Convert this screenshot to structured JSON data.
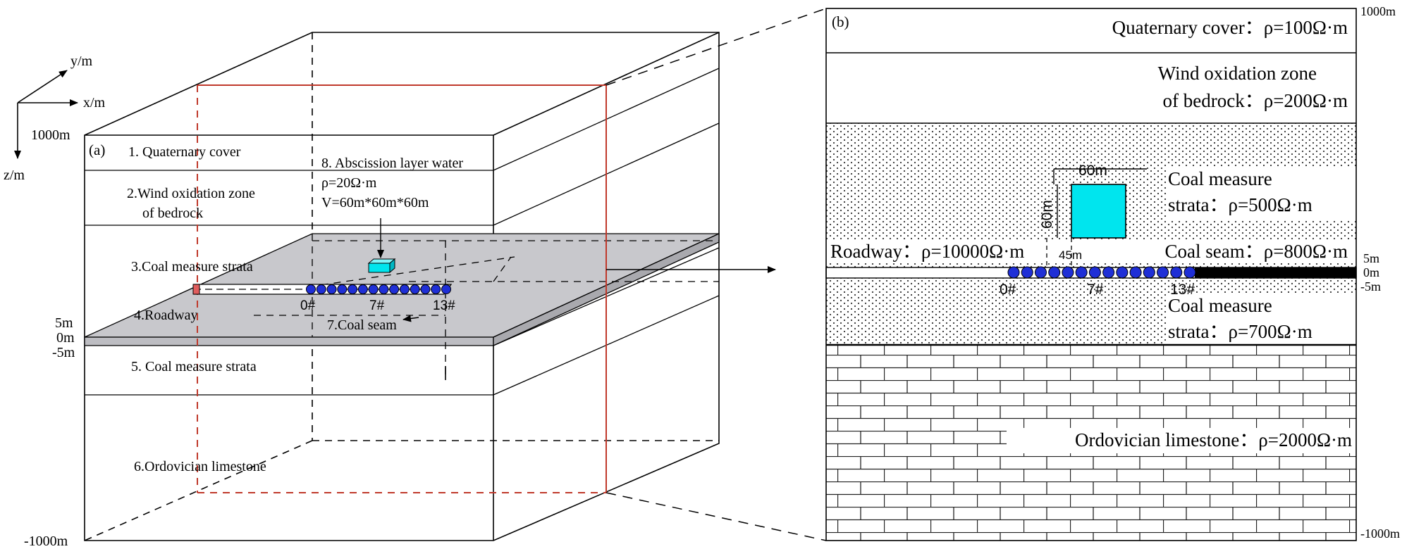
{
  "axes": {
    "y": "y/m",
    "x": "x/m",
    "z": "z/m"
  },
  "panel_a": {
    "tag": "(a)",
    "top_depth": "1000m",
    "bottom_depth": "-1000m",
    "d_5m": "5m",
    "d_0m": "0m",
    "d_m5m": "-5m",
    "layers": [
      "1. Quaternary cover",
      "2.Wind oxidation zone",
      "of bedrock",
      "3.Coal measure strata",
      "4.Roadway",
      "5. Coal measure strata",
      "6.Ordovician limestone",
      "7.Coal seam"
    ],
    "water": {
      "title": "8. Abscission layer water",
      "rho": "ρ=20Ω·m",
      "volume": "V=60m*60m*60m"
    },
    "electrodes": {
      "first": "0#",
      "mid": "7#",
      "last": "13#",
      "count": 14
    }
  },
  "panel_b": {
    "tag": "(b)",
    "top_depth": "1000m",
    "bottom_depth": "-1000m",
    "d_5m": "5m",
    "d_0m": "0m",
    "d_m5m": "-5m",
    "quaternary": "Quaternary cover：ρ=100Ω·m",
    "wind_line1": "Wind oxidation zone",
    "wind_line2": "of bedrock：ρ=200Ω·m",
    "coal_upper_line1": "Coal measure",
    "coal_upper_line2": "strata：ρ=500Ω·m",
    "roadway": "Roadway：ρ=10000Ω·m",
    "coal_seam": "Coal seam：ρ=800Ω·m",
    "coal_lower_line1": "Coal measure",
    "coal_lower_line2": "strata：ρ=700Ω·m",
    "limestone": "Ordovician limestone：ρ=2000Ω·m",
    "dim_width": "60m",
    "dim_height": "60m",
    "dim_offset": "45m",
    "electrodes": {
      "first": "0#",
      "mid": "7#",
      "last": "13#",
      "count": 14
    }
  },
  "colors": {
    "red_frame": "#c0392b",
    "seam_fill": "#c8c8cc",
    "water_fill": "#00e5ee",
    "electrode": "#1f2fd6"
  }
}
